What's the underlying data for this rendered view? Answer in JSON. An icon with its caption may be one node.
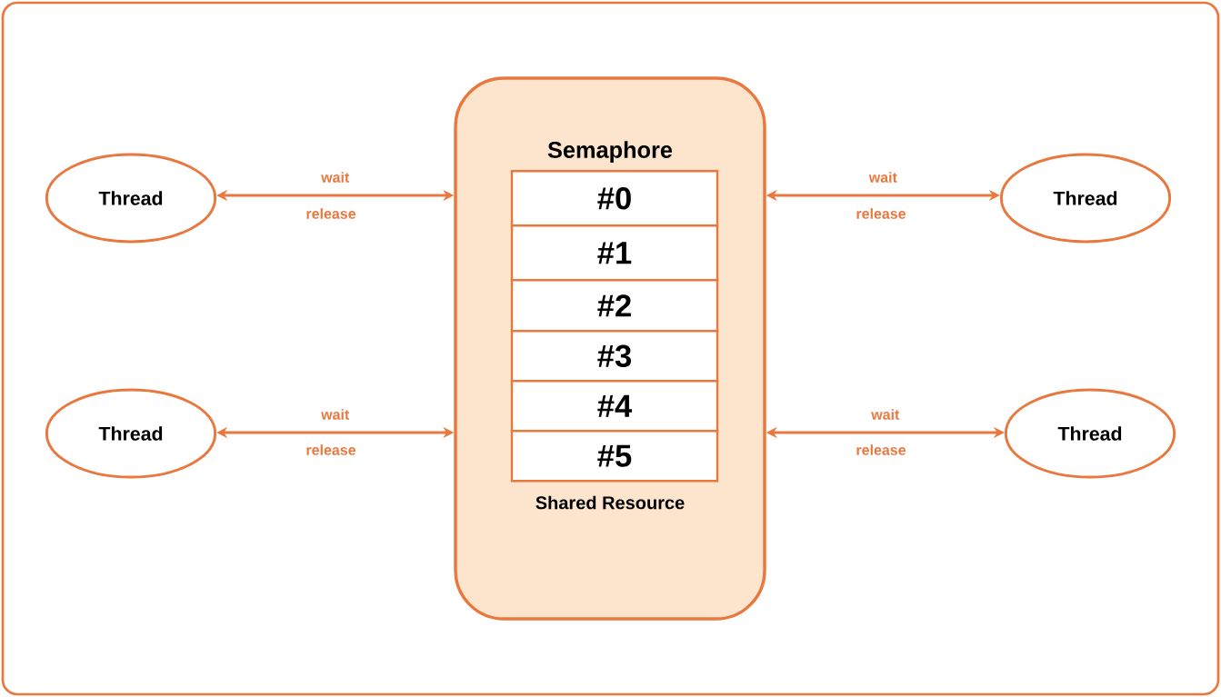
{
  "diagram": {
    "nodes": [
      {
        "text": [
          "Thread"
        ]
      },
      {
        "text": [
          "Semaphore"
        ]
      },
      {
        "text": [
          "#0"
        ],
        "in": 1
      },
      {
        "text": [
          "#1"
        ],
        "in": 1
      },
      {
        "text": [
          "#2"
        ],
        "in": 1
      },
      {
        "text": [
          "#3"
        ],
        "in": 1
      },
      {
        "text": [
          "#4"
        ],
        "in": 1
      },
      {
        "text": [
          "#5"
        ],
        "in": 1
      },
      {
        "text": [
          "Thread"
        ]
      },
      {
        "text": [
          "Thread"
        ]
      },
      {
        "text": [
          "Thread"
        ]
      }
    ],
    "edges": [
      {
        "from": 0,
        "to": 1,
        "arrow": "both",
        "label": "wait"
      },
      {
        "from": 8,
        "to": 1,
        "arrow": "both",
        "label": "wait"
      },
      {
        "from": 9,
        "to": 1,
        "arrow": "both",
        "label": "wait"
      },
      {
        "from": 10,
        "to": 1,
        "arrow": "both",
        "label": "wait"
      }
    ],
    "labels": [
      "release",
      "release",
      "Shared Resource",
      "release",
      "release"
    ]
  }
}
